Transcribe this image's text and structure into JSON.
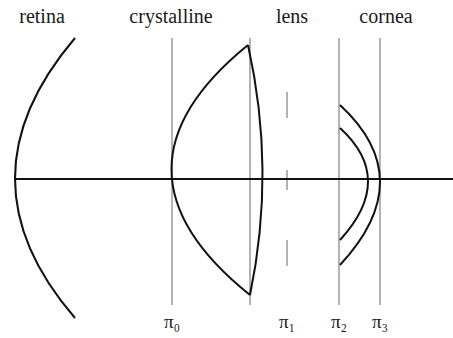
{
  "diagram": {
    "labels": [
      "retina",
      "crystalline",
      "lens",
      "cornea",
      "π₀",
      "π₁",
      "π₂",
      "π₃"
    ]
  }
}
